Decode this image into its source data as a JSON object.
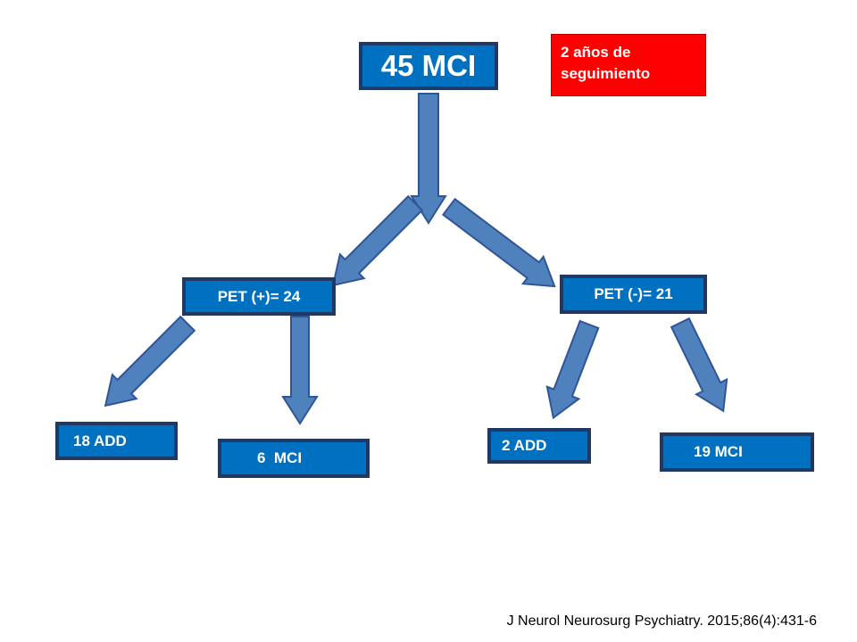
{
  "diagram": {
    "root": "45 MCI",
    "followup_note": "2 años de seguimiento",
    "pet_positive": "PET (+)= 24",
    "pet_negative": "PET (-)= 21",
    "outcomes": {
      "pos_add": "18 ADD",
      "pos_mci": "6  MCI",
      "neg_add": "2 ADD",
      "neg_mci": "19 MCI"
    },
    "citation": "J Neurol Neurosurg Psychiatry. 2015;86(4):431-6"
  },
  "colors": {
    "box_fill": "#0070c0",
    "box_border": "#1f3864",
    "arrow_fill": "#4f81bd",
    "note_fill": "#ff0000"
  }
}
